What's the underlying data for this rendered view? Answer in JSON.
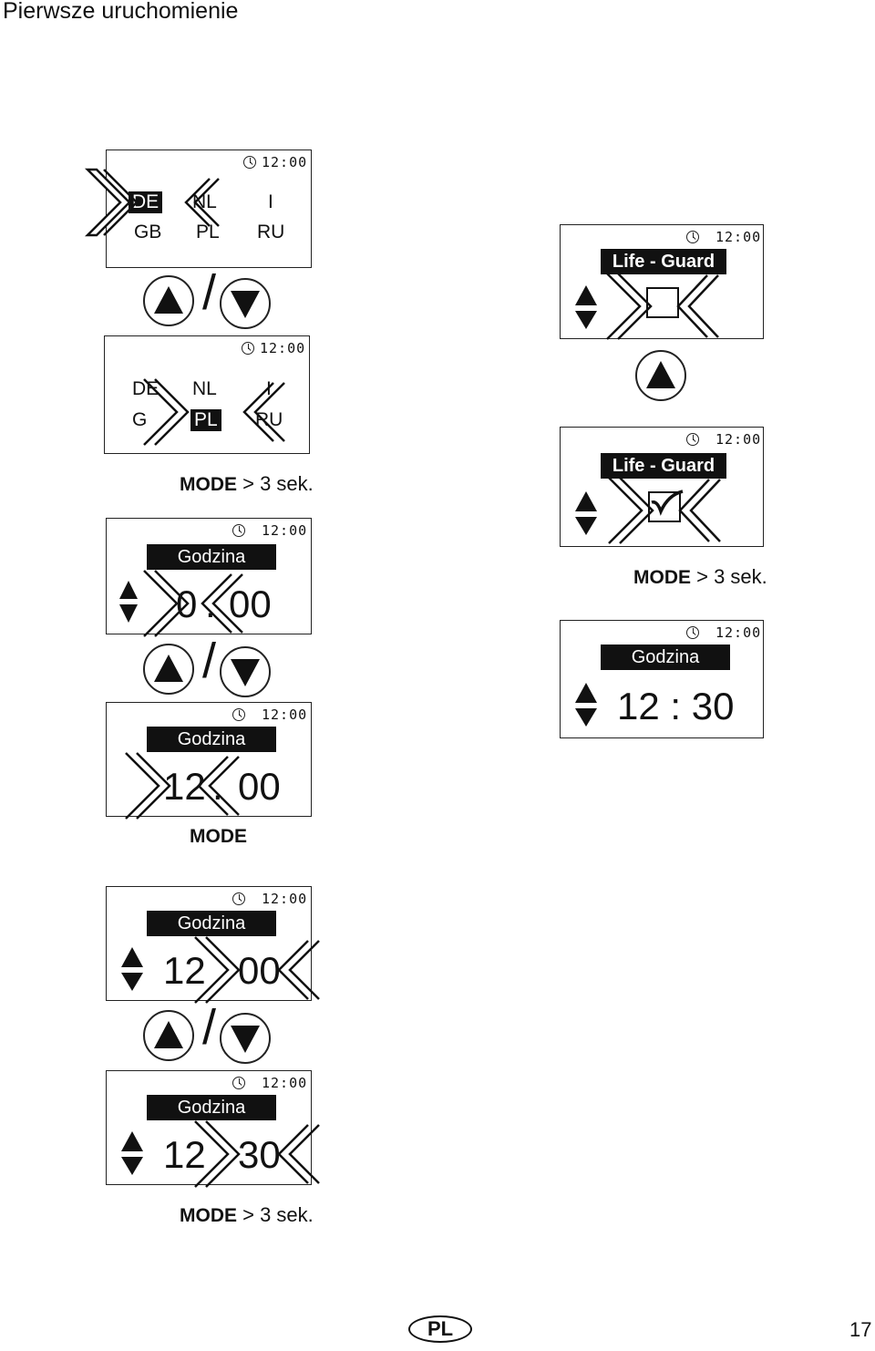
{
  "page": {
    "title": "Pierwsze uruchomienie",
    "lang_badge": "PL",
    "page_number": "17"
  },
  "clock_time": "12:00",
  "languages": {
    "row1": [
      "DE",
      "NL",
      "I"
    ],
    "row2": [
      "GB",
      "PL",
      "RU"
    ],
    "screen2_row1": [
      "DE",
      "NL",
      "I"
    ],
    "screen2_row2": [
      "G",
      "PL",
      "RU"
    ]
  },
  "captions": {
    "mode_long_1": {
      "mode": "MODE",
      "rest": " > 3 sek."
    },
    "mode_short": {
      "mode": "MODE"
    },
    "mode_long_2": {
      "mode": "MODE",
      "rest": " > 3 sek."
    },
    "mode_long_3": {
      "mode": "MODE",
      "rest": " > 3 sek."
    }
  },
  "time_screens": {
    "header": "Godzina",
    "s1": {
      "h": "0",
      "sep": ".",
      "m": "00"
    },
    "s2": {
      "h": "12",
      "sep": ".",
      "m": "00"
    },
    "s3": {
      "h": "12",
      "m": "00"
    },
    "s4": {
      "h": "12",
      "m": "30"
    },
    "s5": {
      "value": "12 : 30"
    }
  },
  "lifeguard": {
    "header": "Life - Guard",
    "state_off": "unchecked",
    "state_on": "checked"
  },
  "icons": [
    "clock-icon",
    "up-arrow-icon",
    "down-arrow-icon",
    "selection-chevron-icon",
    "checkbox-icon"
  ]
}
